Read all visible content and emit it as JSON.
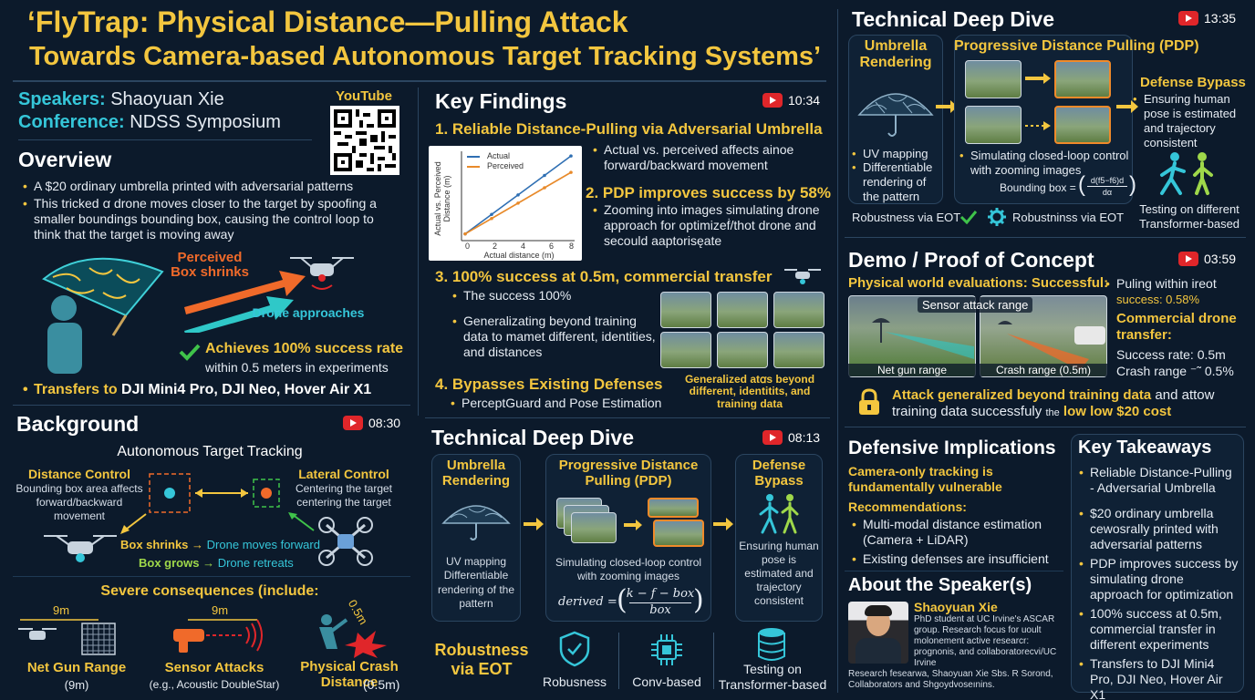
{
  "title": {
    "line1": "‘FlyTrap: Physical Distance—Pulling Attack",
    "line2": "Towards Camera-based Autonomous Target Tracking Systems’"
  },
  "speaker_info": {
    "speakers_label": "Speakers:",
    "speakers_value": "Shaoyuan Xie",
    "conference_label": "Conference:",
    "conference_value": "NDSS Symposium",
    "youtube_label": "YouTube"
  },
  "overview": {
    "heading": "Overview",
    "bullet1": "A $20 ordinary umbrella printed with adversarial patterns",
    "bullet2": "This tricked ꭤ drone moves closer to the target by spoofing a smaller boundings bounding box, causing the control loop to think that the target is moving away",
    "perceived": "Perceived Box shrinks",
    "drone_approaches": "Drone approaches",
    "achieves": "Achieves 100% success rate",
    "within": "within 0.5 meters in experiments",
    "transfers_label": "Transfers to",
    "transfers_value": "DJI Mini4 Pro, DJI Neo, Hover Air X1"
  },
  "background": {
    "heading": "Background",
    "time": "08:30",
    "subtitle": "Autonomous Target Tracking",
    "distance_title": "Distance Control",
    "distance_desc": "Bounding box area affects forward/backward movement",
    "lateral_title": "Lateral Control",
    "lateral_desc": "Centering the target centering the target",
    "box_shrinks": "Box shrinks",
    "shrinks_result": "Drone moves forward",
    "box_grows": "Box grows",
    "grows_result": "Drone retreats",
    "consequences": "Severe consequences (include:",
    "net_dist": "9m",
    "sensor_dist": "9m",
    "crash_dist": "0.5m",
    "net_title": "Net Gun Range",
    "net_sub": "(9m)",
    "sensor_title": "Sensor Attacks",
    "sensor_sub": "(e.g., Acoustic DoubleStar)",
    "crash_title": "Physical Crash Distance",
    "crash_sub": "(0.5m)"
  },
  "findings": {
    "heading": "Key Findings",
    "time": "10:34",
    "f1": "1. Reliable Distance-Pulling via Adversarial Umbrella",
    "legend_actual": "Actual",
    "legend_perceived": "Perceived",
    "ylabel": "Actual vs. Perceived Distance (m)",
    "xlabel": "Actual distance (m)",
    "x0": "0",
    "x2": "2",
    "x4": "4",
    "x6": "6",
    "x8": "8",
    "f1_bullet": "Actual vs. perceived affects ainoe forward/backward movement",
    "f2": "2. PDP improves success by 58%",
    "f2_bullet": "Zooming into images simulating drone approach for optimizeḟ/thot drone and secould aaptorisęate",
    "f3": "3. 100% success at 0.5m, commercial transfer",
    "f3_b1": "The success 100%",
    "f3_b2": "Generalizating beyond training data to mamet different, identities, and distances",
    "gen_caption": "Generalized atꭤs beyond different, identitits, and training data",
    "f4": "4. Bypasses Existing Defenses",
    "f4_bullet": "PerceptGuard and Pose Estimation"
  },
  "chart_data": {
    "type": "line",
    "title": "",
    "xlabel": "Actual distance (m)",
    "ylabel": "Actual vs. Perceived Distance (m)",
    "xlim": [
      0,
      8
    ],
    "ylim": [
      0,
      8
    ],
    "x_ticks": [
      0,
      2,
      4,
      6,
      8
    ],
    "grid": false,
    "legend": "top-left",
    "series": [
      {
        "name": "Actual",
        "color": "#2f6fb3",
        "x": [
          0,
          2,
          4,
          6,
          8
        ],
        "y": [
          0.3,
          2.2,
          4.1,
          6.0,
          7.9
        ]
      },
      {
        "name": "Perceived",
        "color": "#e88a2a",
        "x": [
          0,
          2,
          4,
          6,
          8
        ],
        "y": [
          0.3,
          1.8,
          3.3,
          4.8,
          6.3
        ]
      }
    ]
  },
  "tech_mid": {
    "heading": "Technical Deep Dive",
    "time": "08:13",
    "umb_title": "Umbrella Rendering",
    "umb_desc": "UV mapping Differentiable rendering of the pattern",
    "pdp_title": "Progressive Distance Pulling (PDP)",
    "pdp_desc": "Simulating closed-loop control with zooming images",
    "formula": "derived = ( k − f − box / box )",
    "formula_lhs": "derived =",
    "formula_num": "k − f − box",
    "formula_den": "box",
    "def_title": "Defense Bypass",
    "def_desc": "Ensuring human pose is estimated and trajectory consistent",
    "robust_title": "Robustness via EOT",
    "robust_label": "Robusness",
    "conv_label": "Conv-based",
    "trans_label": "Testing on Transformer-based"
  },
  "tech_right": {
    "heading": "Technical Deep Dive",
    "time": "13:35",
    "umb_title": "Umbrella Rendering",
    "umb_b1": "UV mapping",
    "umb_b2": "Differentiable rendering of the pattern",
    "pdp_title": "Progressive Distance Pulling (PDP)",
    "pdp_bullet": "Simulating closed-loop control with zooming images",
    "bbox_label": "Bounding box =",
    "bbox_num": "d(f5−f6)d",
    "bbox_den": "dα",
    "def_title": "Defense Bypass",
    "def_bullet": "Ensuring human pose is estimated and trajectory consistent",
    "robust1": "Robustness via EOT",
    "robust2": "Robustninss via EOT",
    "testing": "Testing on different Transformer-based"
  },
  "demo": {
    "heading": "Demo / Proof of Concept",
    "time": "03:59",
    "subtitle": "Physical world evaluations: Successful:",
    "sensor_label": "Sensor attack range",
    "net_label": "Net gun range",
    "crash_label": "Crash range (0.5m)",
    "pull_bullet": "Puling within ireot",
    "pull_success": "success: 0.58%",
    "commercial": "Commercial drone transfer:",
    "success_rate": "Success rate: 0.5m",
    "crash_range": "Crash range ⁻˜ 0.5%",
    "attack_hl": "Attack generalized beyond training data",
    "attack_rest": "and attow training data successfuly",
    "attack_the": "the",
    "attack_cost": "low low $20 cost"
  },
  "defense": {
    "heading": "Defensive Implications",
    "sub": "Camera-only tracking is fundamentally vulnerable",
    "recs": "Recommendations:",
    "b1": "Multi-modal distance estimation (Camera + LiDAR)",
    "b2": "Existing defenses are insufficient"
  },
  "about": {
    "heading": "About the Speaker(s)",
    "name": "Shaoyuan Xie",
    "bio": "PhD student at UC Irvine's ASCAR group. Research focus for uoult molonement active researcr: prognonis, and collaboratorecvi/UC Irvine",
    "bio2": "Research fesearwa, Shaoyuan Xie Sbs. R Sorond, Collaborators and Shgoydvoseınins."
  },
  "takeaways": {
    "heading": "Key Takeaways",
    "t1": "Reliable Distance-Pulling - Adversarial Umbrella",
    "t2": "$20 ordinary umbrella cewosrally printed with adversarial patterns",
    "t3": "PDP improves success by simulating drone approach for optimization",
    "t4": "100% success at 0.5m, commercial transfer in different experiments",
    "t5": "Transfers to DJI Mini4 Pro, DJI Neo, Hover Air X1"
  },
  "colors": {
    "background": "#0c1a2b",
    "accent_yellow": "#f3c63f",
    "accent_cyan": "#35c6d9",
    "accent_orange": "#f08a2a",
    "youtube_red": "#e0262a"
  }
}
